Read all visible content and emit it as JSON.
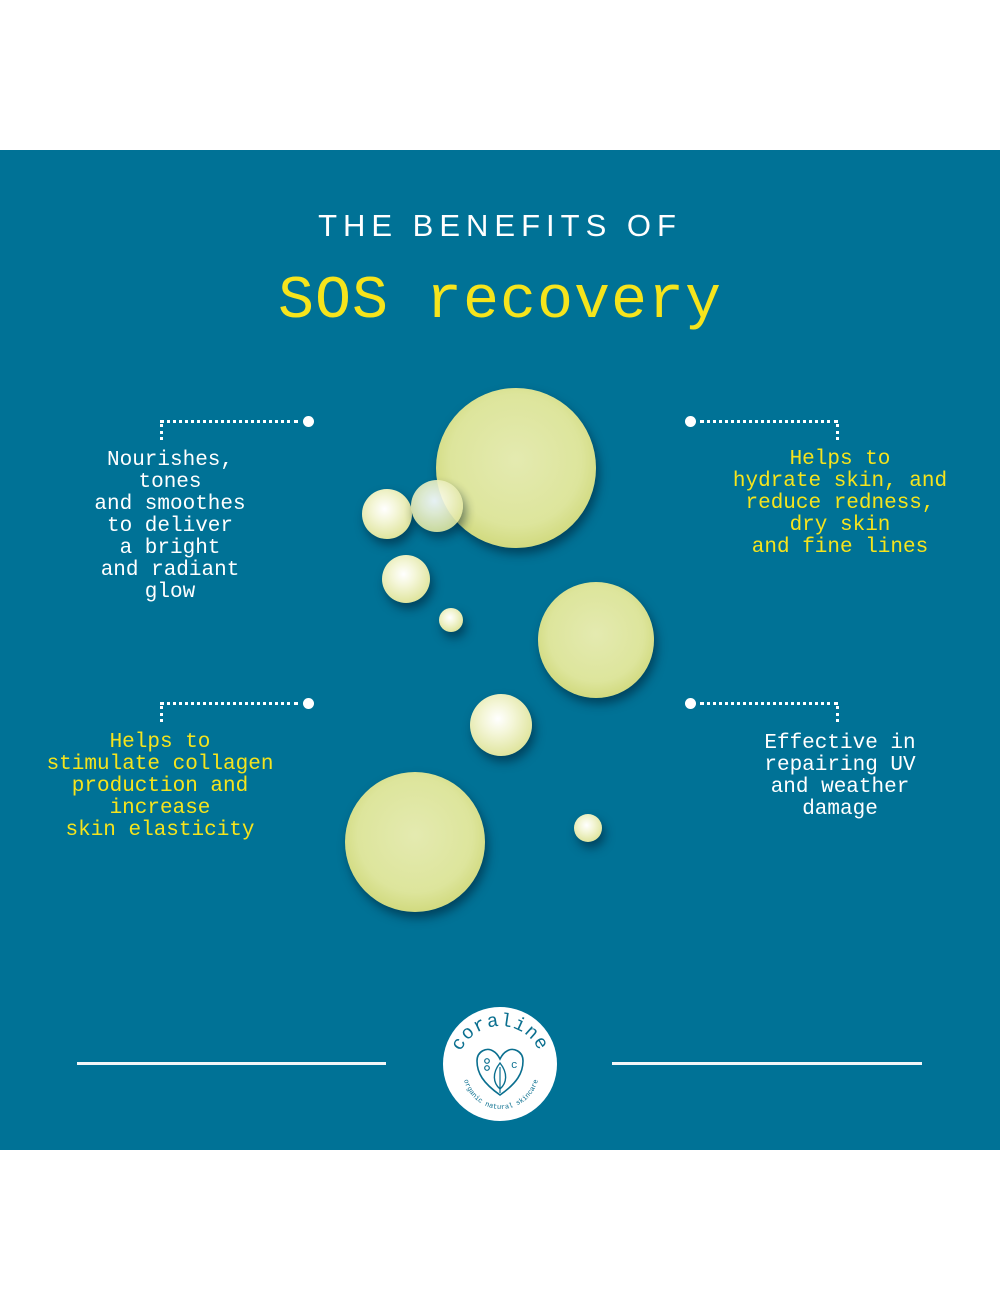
{
  "header": {
    "kicker": "THE BENEFITS OF",
    "title": "SOS recovery"
  },
  "benefits": [
    {
      "position": "top-left",
      "text": "Nourishes,\ntones\nand smoothes\nto deliver\na bright\nand radiant\nglow",
      "color": "#ffffff"
    },
    {
      "position": "top-right",
      "text": "Helps to\nhydrate skin, and\nreduce redness,\ndry skin\nand fine lines",
      "color": "#f6e41c"
    },
    {
      "position": "bottom-left",
      "text": "Helps to\nstimulate collagen\nproduction and\nincrease\nskin elasticity",
      "color": "#f6e41c"
    },
    {
      "position": "bottom-right",
      "text": "Effective in\nrepairing UV\nand weather\ndamage",
      "color": "#ffffff"
    }
  ],
  "logo": {
    "brand": "coraline",
    "tagline": "organic natural skincare",
    "icon": "heart-leaf-icon"
  },
  "colors": {
    "background": "#007296",
    "accent_yellow": "#f6e41c",
    "text_white": "#ffffff",
    "oil_bubble": "#dde59c"
  }
}
